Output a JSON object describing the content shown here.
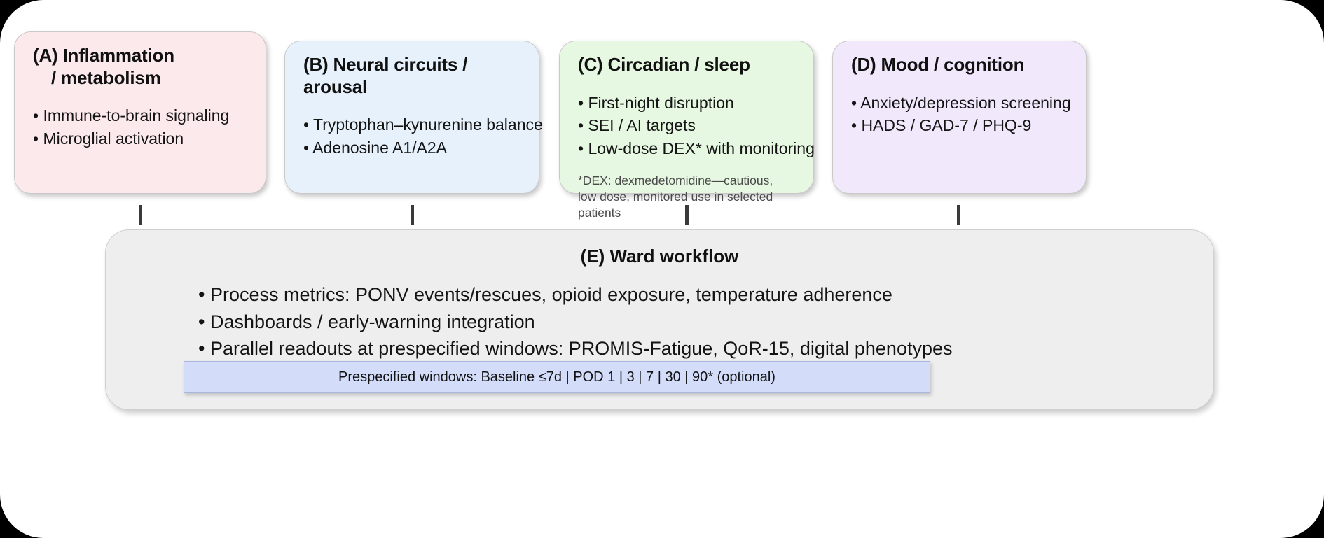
{
  "figure": {
    "background_color": "#000000",
    "canvas_color": "#ffffff"
  },
  "panels": [
    {
      "id": "A",
      "title": "(A) Inflammation\n/ metabolism",
      "title_line1": "(A) Inflammation",
      "title_line2": "/ metabolism",
      "color": "#fce9ec",
      "bullets": [
        "• Immune-to-brain signaling",
        "• Microglial activation"
      ]
    },
    {
      "id": "B",
      "title": "(B) Neural circuits / arousal",
      "color": "#e7f1fc",
      "bullets": [
        "• Tryptophan–kynurenine balance",
        "• Adenosine A1/A2A"
      ]
    },
    {
      "id": "C",
      "title": "(C) Circadian / sleep",
      "color": "#e6f7e2",
      "bullets": [
        "• First-night disruption",
        "• SEI / AI targets",
        "• Low-dose DEX* with monitoring"
      ],
      "note": "*DEX: dexmedetomidine—cautious, low dose, monitored use in selected patients"
    },
    {
      "id": "D",
      "title": "(D) Mood / cognition",
      "color": "#f1e8fb",
      "bullets": [
        "• Anxiety/depression screening",
        "• HADS / GAD-7 / PHQ-9"
      ]
    }
  ],
  "workflow": {
    "id": "E",
    "title": "(E) Ward workflow",
    "color": "#eeeeee",
    "bullets": [
      "• Process metrics: PONV events/rescues, opioid exposure, temperature adherence",
      "• Dashboards / early-warning integration",
      "• Parallel readouts at prespecified windows: PROMIS-Fatigue, QoR-15, digital phenotypes"
    ],
    "banner": {
      "text": "Prespecified windows: Baseline ≤7d | POD 1 | 3 | 7 | 30 | 90* (optional)",
      "color": "#d3ddfa"
    }
  },
  "connectors": {
    "color": "#3a3a3a",
    "count": 4,
    "description": "vertical tick connecting each top panel to the ward-workflow panel"
  }
}
